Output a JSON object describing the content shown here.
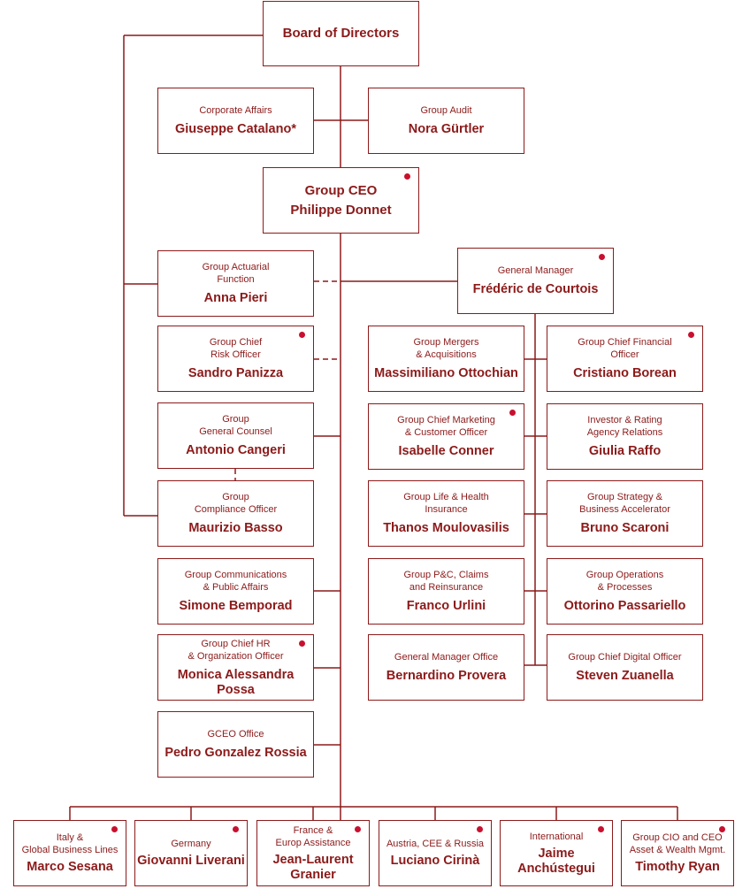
{
  "chart": {
    "nodes": {
      "board": {
        "role": "",
        "name": "Board of Directors"
      },
      "corp_affairs": {
        "role": "Corporate Affairs",
        "name": "Giuseppe Catalano*"
      },
      "group_audit": {
        "role": "Group Audit",
        "name": "Nora Gürtler"
      },
      "ceo": {
        "role": "",
        "name": "Group CEO\nPhilippe Donnet"
      },
      "actuarial": {
        "role": "Group Actuarial\nFunction",
        "name": "Anna Pieri"
      },
      "risk": {
        "role": "Group Chief\nRisk Officer",
        "name": "Sandro Panizza"
      },
      "counsel": {
        "role": "Group\nGeneral Counsel",
        "name": "Antonio Cangeri"
      },
      "compliance": {
        "role": "Group\nCompliance Officer",
        "name": "Maurizio Basso"
      },
      "comms": {
        "role": "Group Communications\n& Public Affairs",
        "name": "Simone Bemporad"
      },
      "hr": {
        "role": "Group Chief HR\n& Organization Officer",
        "name": "Monica Alessandra\nPossa"
      },
      "gceo_office": {
        "role": "GCEO Office",
        "name": "Pedro Gonzalez Rossia"
      },
      "gm": {
        "role": "General Manager",
        "name": "Frédéric de Courtois"
      },
      "ma": {
        "role": "Group Mergers\n& Acquisitions",
        "name": "Massimiliano Ottochian"
      },
      "cfo": {
        "role": "Group Chief Financial\nOfficer",
        "name": "Cristiano Borean"
      },
      "marketing": {
        "role": "Group Chief Marketing\n& Customer Officer",
        "name": "Isabelle Conner"
      },
      "investor": {
        "role": "Investor & Rating\nAgency Relations",
        "name": "Giulia Raffo"
      },
      "life": {
        "role": "Group Life & Health\nInsurance",
        "name": "Thanos Moulovasilis"
      },
      "strategy": {
        "role": "Group Strategy &\nBusiness Accelerator",
        "name": "Bruno Scaroni"
      },
      "pc": {
        "role": "Group P&C, Claims\nand Reinsurance",
        "name": "Franco Urlini"
      },
      "operations": {
        "role": "Group Operations\n& Processes",
        "name": "Ottorino Passariello"
      },
      "gm_office": {
        "role": "General Manager Office",
        "name": "Bernardino Provera"
      },
      "digital": {
        "role": "Group Chief Digital Officer",
        "name": "Steven Zuanella"
      },
      "italy": {
        "role": "Italy &\nGlobal Business Lines",
        "name": "Marco Sesana"
      },
      "germany": {
        "role": "Germany",
        "name": "Giovanni Liverani"
      },
      "france": {
        "role": "France &\nEurop Assistance",
        "name": "Jean-Laurent\nGranier"
      },
      "austria": {
        "role": "Austria, CEE & Russia",
        "name": "Luciano Cirinà"
      },
      "international": {
        "role": "International",
        "name": "Jaime\nAnchústegui"
      },
      "cio": {
        "role": "Group CIO and CEO\nAsset & Wealth Mgmt.",
        "name": "Timothy Ryan"
      }
    },
    "marked_nodes": [
      "ceo",
      "gm",
      "risk",
      "cfo",
      "marketing",
      "hr",
      "italy",
      "germany",
      "france",
      "austria",
      "international",
      "cio"
    ],
    "marker_color": "#c8102e",
    "line_color": "#8c1a1a"
  }
}
